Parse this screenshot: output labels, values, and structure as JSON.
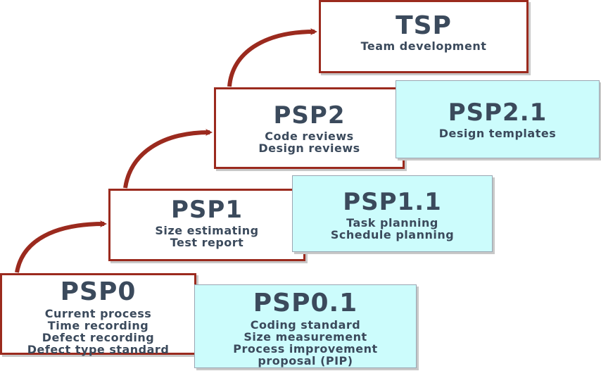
{
  "colors": {
    "primary_border": "#9b2a1e",
    "secondary_fill": "#ccfcfc",
    "text": "#3b4a5c",
    "arrow": "#9b2a1e"
  },
  "levels": {
    "psp0": {
      "title": "PSP0",
      "lines": [
        "Current process",
        "Time recording",
        "Defect recording",
        "Defect type standard"
      ]
    },
    "psp0_1": {
      "title": "PSP0.1",
      "lines": [
        "Coding standard",
        "Size measurement",
        "Process improvement",
        "proposal (PIP)"
      ]
    },
    "psp1": {
      "title": "PSP1",
      "lines": [
        "Size estimating",
        "Test report"
      ]
    },
    "psp1_1": {
      "title": "PSP1.1",
      "lines": [
        "Task planning",
        "Schedule planning"
      ]
    },
    "psp2": {
      "title": "PSP2",
      "lines": [
        "Code reviews",
        "Design reviews"
      ]
    },
    "psp2_1": {
      "title": "PSP2.1",
      "lines": [
        "Design templates"
      ]
    },
    "tsp": {
      "title": "TSP",
      "lines": [
        "Team development"
      ]
    }
  }
}
